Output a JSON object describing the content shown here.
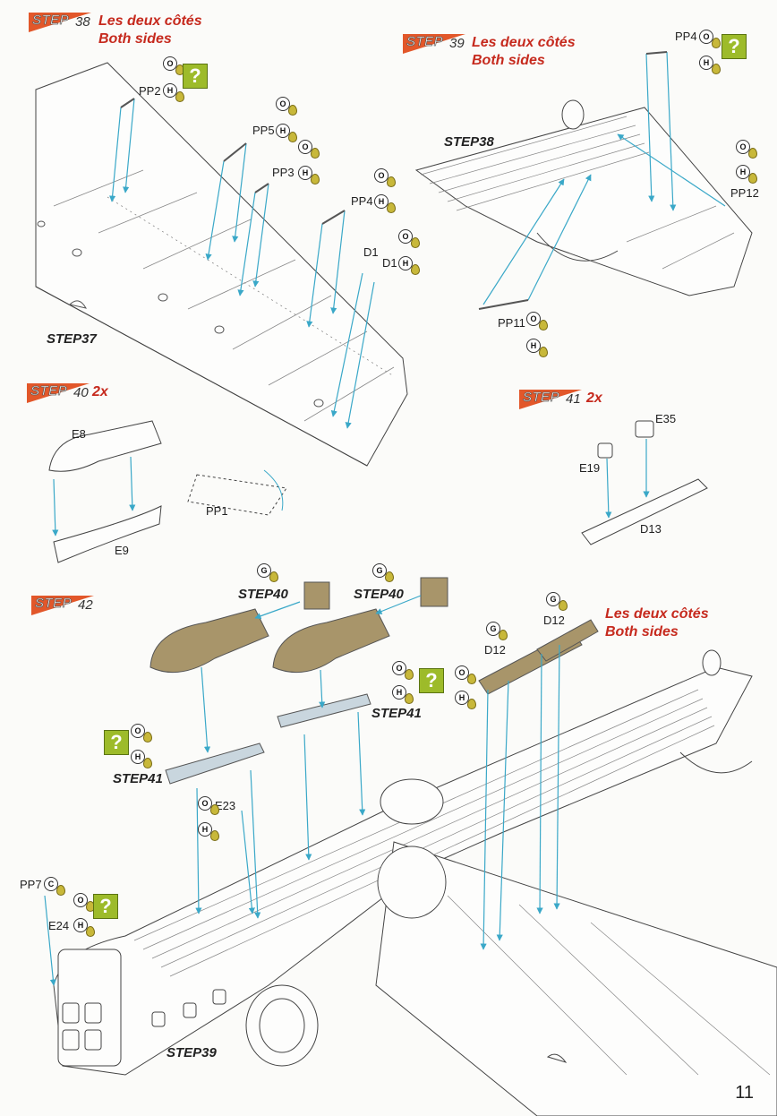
{
  "page_number": "11",
  "steps": {
    "s38": {
      "word": "STEP",
      "num": "38",
      "fr": "Les deux côtés",
      "en": "Both sides"
    },
    "s39": {
      "word": "STEP",
      "num": "39",
      "fr": "Les deux côtés",
      "en": "Both sides"
    },
    "s40": {
      "word": "STEP",
      "num": "40",
      "mult": "2x"
    },
    "s41": {
      "word": "STEP",
      "num": "41",
      "mult": "2x"
    },
    "s42": {
      "word": "STEP",
      "num": "42",
      "fr": "Les deux côtés",
      "en": "Both sides"
    }
  },
  "refs": {
    "step37": "STEP37",
    "step38": "STEP38",
    "step39": "STEP39",
    "step40a": "STEP40",
    "step40b": "STEP40",
    "step41a": "STEP41",
    "step41b": "STEP41"
  },
  "parts": {
    "pp2": "PP2",
    "pp5": "PP5",
    "pp3": "PP3",
    "pp4a": "PP4",
    "d1a": "D1",
    "d1b": "D1",
    "pp4b": "PP4",
    "pp12": "PP12",
    "pp11": "PP11",
    "e8": "E8",
    "e9": "E9",
    "pp1": "PP1",
    "e35": "E35",
    "e19": "E19",
    "d13": "D13",
    "d12a": "D12",
    "d12b": "D12",
    "e23": "E23",
    "pp7": "PP7",
    "e24": "E24"
  },
  "markers": {
    "o": "O",
    "h": "H",
    "g": "G",
    "c": "C",
    "q": "?"
  },
  "colors": {
    "accent": "#e2572a",
    "red_text": "#c62a1e",
    "glue": "#c8b83a",
    "hint": "#9dbb2a",
    "bomb": "#a8956a",
    "rack": "#c9d6de",
    "leader": "#3aa8c8"
  }
}
